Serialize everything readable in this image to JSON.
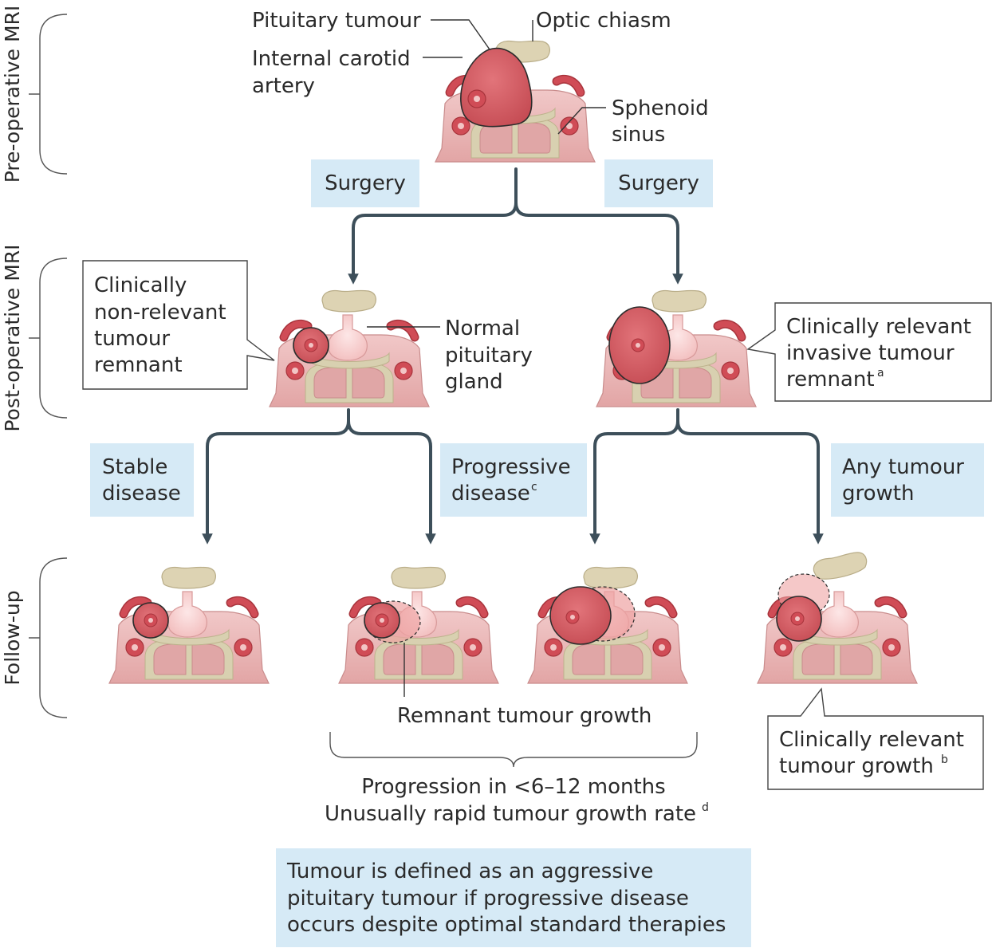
{
  "phases": {
    "pre_op": "Pre-operative MRI",
    "post_op": "Post-operative MRI",
    "follow_up": "Follow-up"
  },
  "anatomy": {
    "pituitary_tumour": "Pituitary tumour",
    "optic_chiasm": "Optic chiasm",
    "internal_carotid_line1": "Internal carotid",
    "internal_carotid_line2": "artery",
    "sphenoid_line1": "Sphenoid",
    "sphenoid_line2": "sinus",
    "normal_line1": "Normal",
    "normal_line2": "pituitary",
    "normal_line3": "gland"
  },
  "steps": {
    "surgery_left": "Surgery",
    "surgery_right": "Surgery",
    "stable_line1": "Stable",
    "stable_line2": "disease",
    "progressive_line1": "Progressive",
    "progressive_line2": "disease",
    "progressive_sup": "c",
    "any_growth_line1": "Any tumour",
    "any_growth_line2": "growth"
  },
  "callouts": {
    "nonrelevant_line1": "Clinically",
    "nonrelevant_line2": "non-relevant",
    "nonrelevant_line3": "tumour",
    "nonrelevant_line4": "remnant",
    "invasive_line1": "Clinically relevant",
    "invasive_line2": "invasive tumour",
    "invasive_line3": "remnant",
    "invasive_sup": "a",
    "growth_line1": "Clinically relevant",
    "growth_line2": "tumour growth",
    "growth_sup": "b"
  },
  "remnant_growth": "Remnant tumour growth",
  "progression": {
    "line1": "Progression in <6–12 months",
    "line2": "Unusually rapid tumour growth rate",
    "sup": "d"
  },
  "definition": {
    "line1": "Tumour is defined as an aggressive",
    "line2": "pituitary tumour if progressive disease",
    "line3": "occurs despite optimal standard therapies"
  },
  "colors": {
    "tissue": "#e8b3b3",
    "tissue_stroke": "#c98c8c",
    "sinus": "#d8d0b0",
    "tumour": "#c9525a",
    "gland": "#f4c4c4",
    "label_box": "#d6eaf6",
    "arrow": "#3d4f5a"
  }
}
